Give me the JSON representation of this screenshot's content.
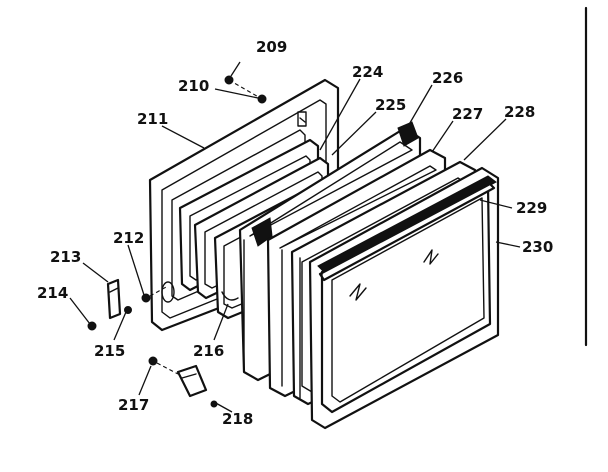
{
  "labels": {
    "p209": "209",
    "p210": "210",
    "p211": "211",
    "p212": "212",
    "p213": "213",
    "p214": "214",
    "p215": "215",
    "p216": "216",
    "p217": "217",
    "p218": "218",
    "p224": "224",
    "p225": "225",
    "p226": "226",
    "p227": "227",
    "p228": "228",
    "p229": "229",
    "p230": "230"
  }
}
